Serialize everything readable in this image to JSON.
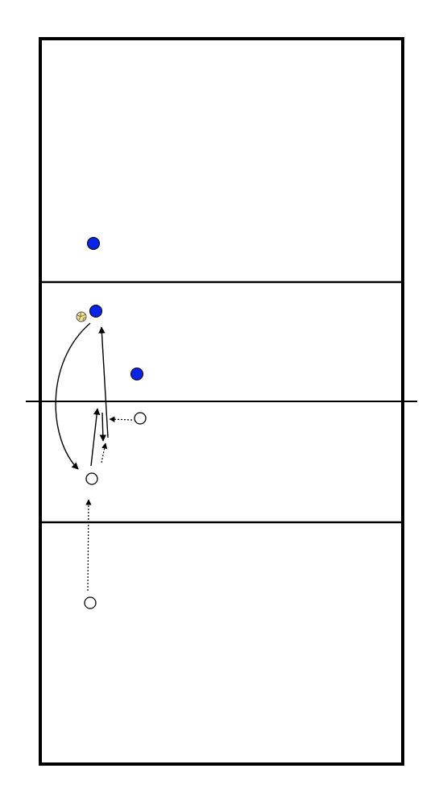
{
  "diagram": {
    "type": "volleyball-court-drill",
    "court": {
      "line_color": "#000000",
      "background": "#ffffff"
    },
    "players": {
      "team_blue": {
        "color": "#0a24e6",
        "count": 3
      },
      "team_white": {
        "color": "#ffffff",
        "outline_color": "#000000",
        "count": 3
      }
    },
    "ball": {
      "color": "#f2e08a",
      "outline_color": "#555555",
      "icon": "volleyball-icon"
    },
    "arrows": {
      "solid": "ball-path",
      "dotted": "player-movement"
    }
  }
}
